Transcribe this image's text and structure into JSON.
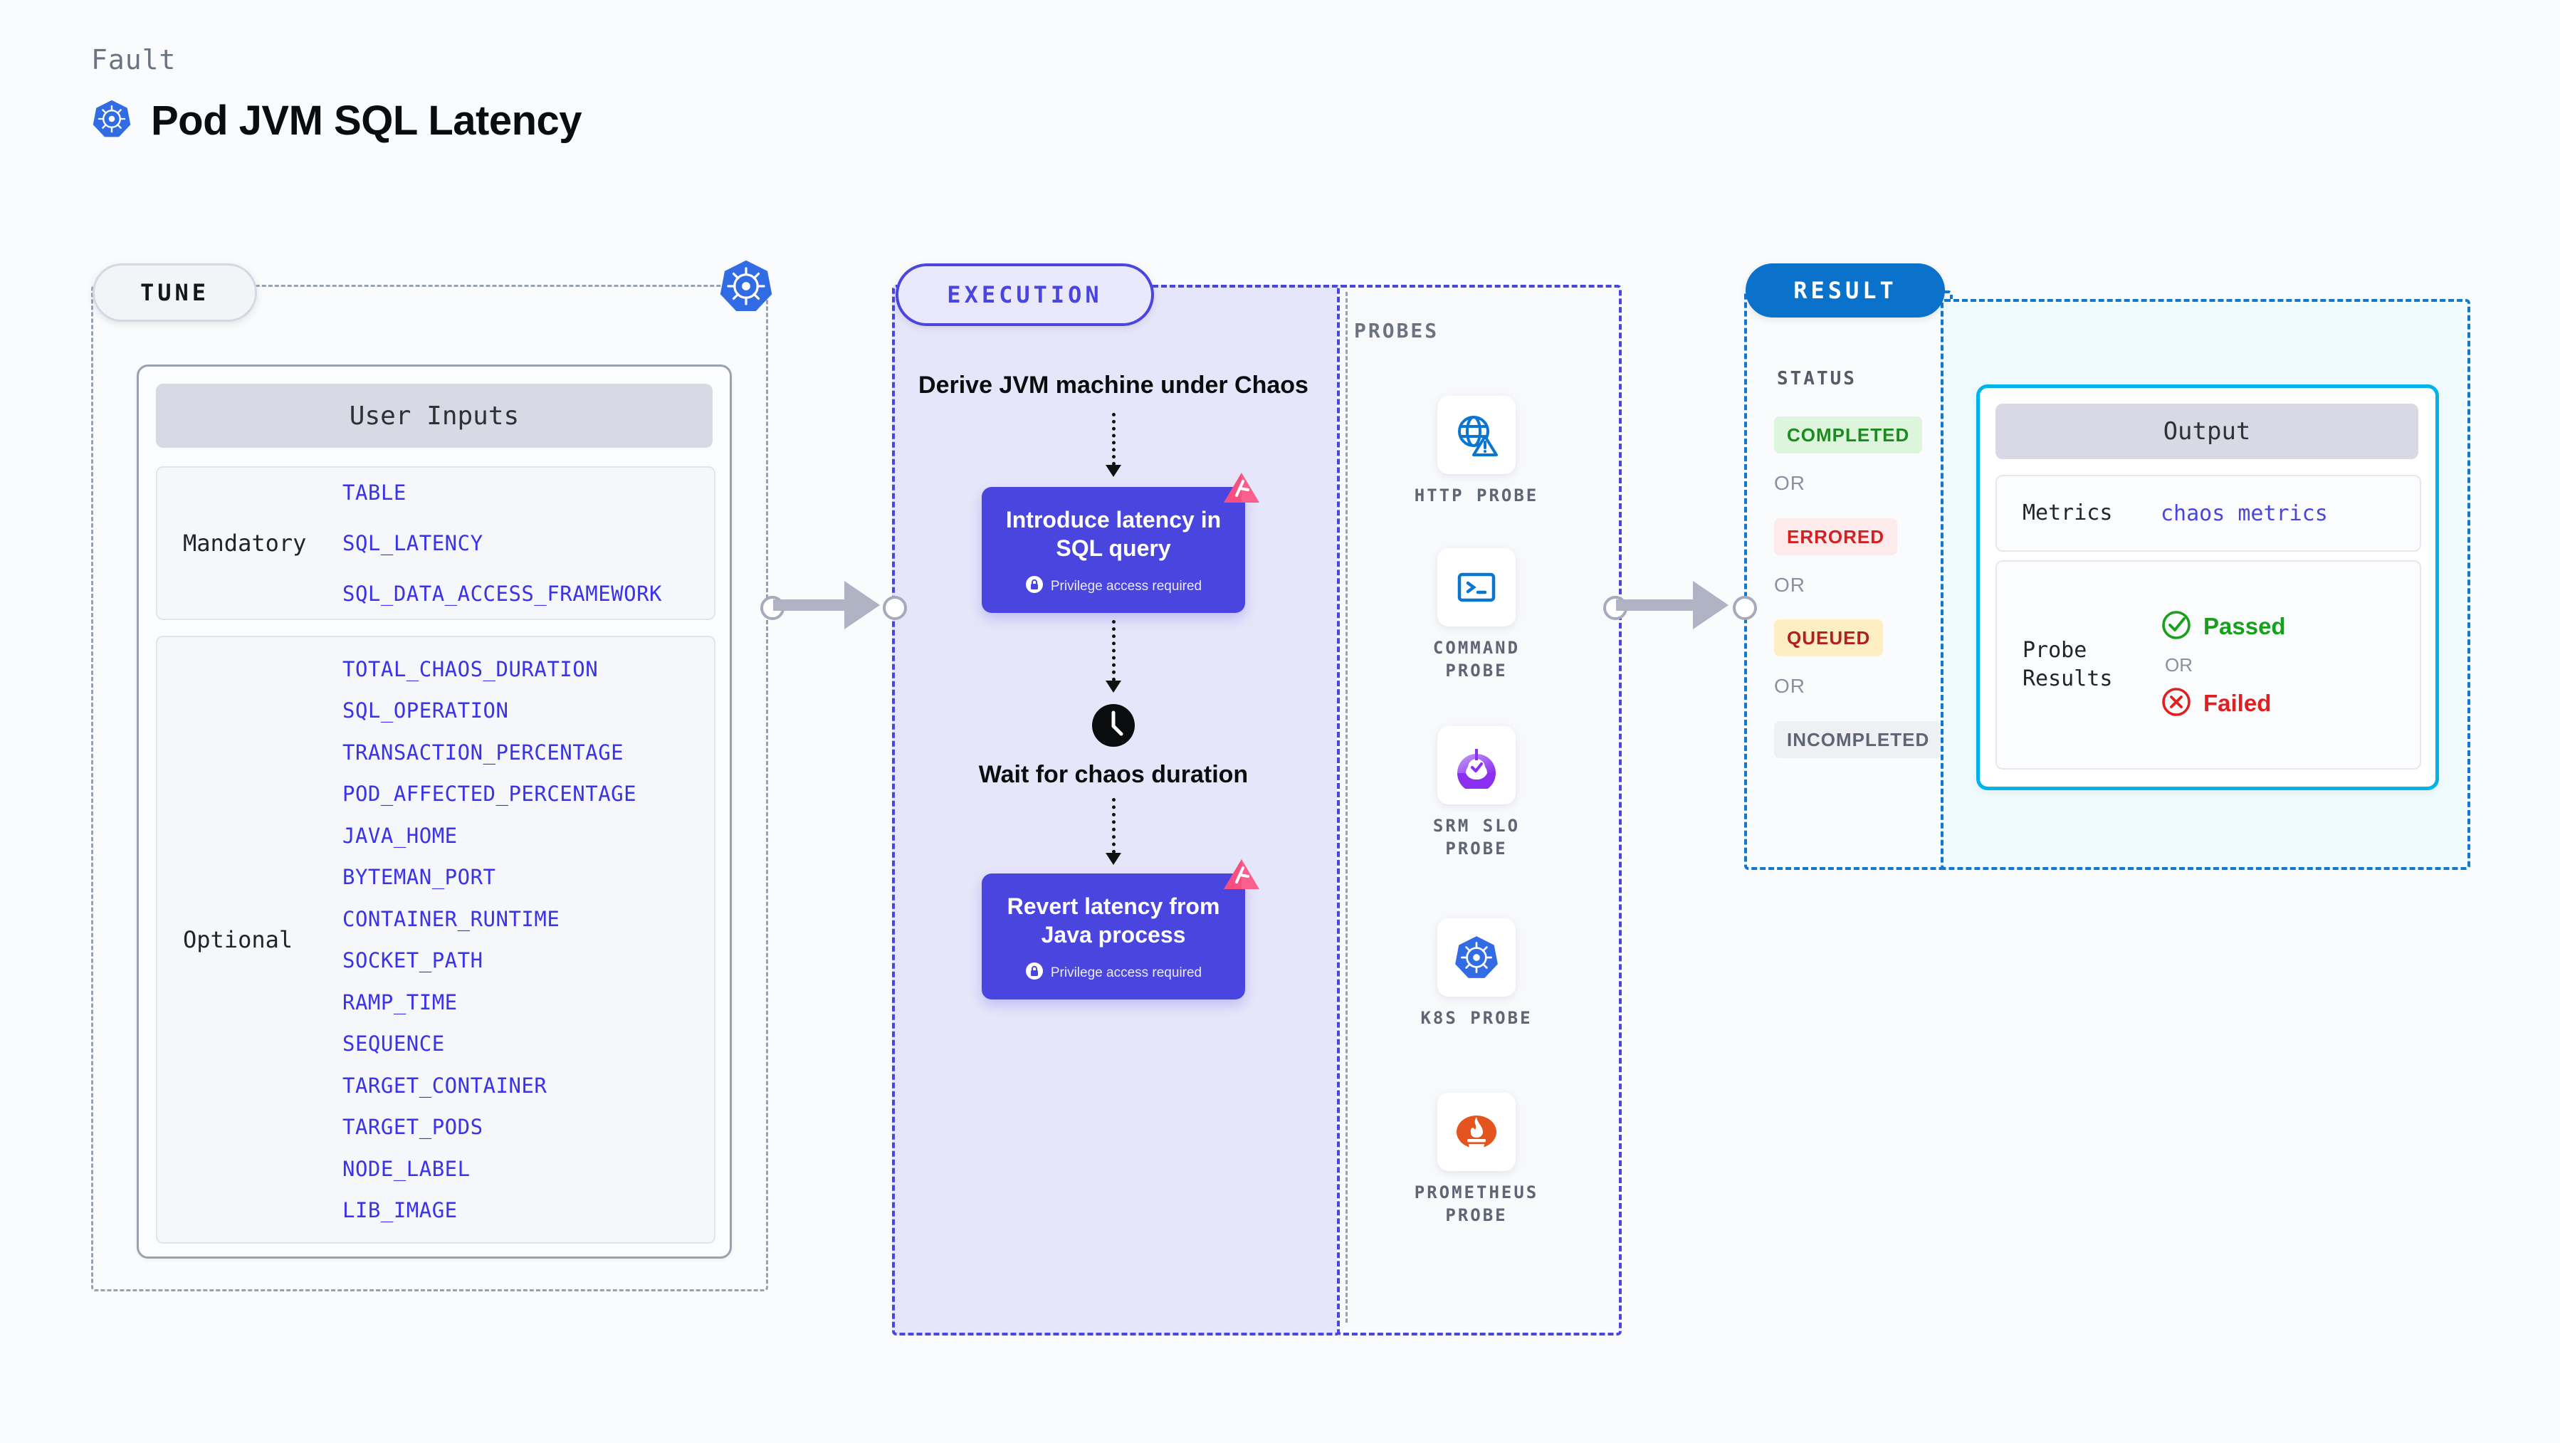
{
  "header": {
    "eyebrow": "Fault",
    "title": "Pod JVM SQL Latency",
    "logo_icon": "kubernetes-icon"
  },
  "tune": {
    "pill_label": "TUNE",
    "boundary_icon": "kubernetes-icon",
    "card_header": "User Inputs",
    "groups": [
      {
        "category": "Mandatory",
        "params": [
          "TABLE",
          "SQL_LATENCY",
          "SQL_DATA_ACCESS_FRAMEWORK"
        ]
      },
      {
        "category": "Optional",
        "params": [
          "TOTAL_CHAOS_DURATION",
          "SQL_OPERATION",
          "TRANSACTION_PERCENTAGE",
          "POD_AFFECTED_PERCENTAGE",
          "JAVA_HOME",
          "BYTEMAN_PORT",
          "CONTAINER_RUNTIME",
          "SOCKET_PATH",
          "RAMP_TIME",
          "SEQUENCE",
          "TARGET_CONTAINER",
          "TARGET_PODS",
          "NODE_LABEL",
          "LIB_IMAGE"
        ]
      }
    ]
  },
  "execution": {
    "pill_label": "EXECUTION",
    "step1_label": "Derive JVM machine under Chaos",
    "card1_title": "Introduce latency in SQL query",
    "card1_privilege": "Privilege access required",
    "wait_label": "Wait for chaos duration",
    "wait_icon": "clock-icon",
    "card2_title": "Revert latency from Java process",
    "card2_privilege": "Privilege access required",
    "badge_icon": "litmus-chaos-icon",
    "lock_icon": "lock-icon"
  },
  "probes": {
    "title": "PROBES",
    "items": [
      {
        "label": "HTTP PROBE",
        "icon": "globe-warning-icon"
      },
      {
        "label": "COMMAND PROBE",
        "icon": "terminal-icon"
      },
      {
        "label": "SRM SLO PROBE",
        "icon": "slo-gauge-check-icon"
      },
      {
        "label": "K8S PROBE",
        "icon": "kubernetes-icon"
      },
      {
        "label": "PROMETHEUS PROBE",
        "icon": "prometheus-flame-icon"
      }
    ]
  },
  "result": {
    "pill_label": "RESULT",
    "status_title": "STATUS",
    "or_label": "OR",
    "statuses": [
      {
        "label": "COMPLETED",
        "bg": "#dcf5dc",
        "fg": "#1d8a1d"
      },
      {
        "label": "ERRORED",
        "bg": "#fdeaea",
        "fg": "#d32020"
      },
      {
        "label": "QUEUED",
        "bg": "#fdeec4",
        "fg": "#b02020"
      },
      {
        "label": "INCOMPLETED",
        "bg": "#eef0f4",
        "fg": "#5f6575"
      }
    ]
  },
  "output": {
    "header": "Output",
    "metrics_key": "Metrics",
    "metrics_value": "chaos metrics",
    "probe_results_key": "Probe Results",
    "passed_label": "Passed",
    "failed_label": "Failed",
    "or_label": "OR",
    "passed_icon": "check-circle-icon",
    "failed_icon": "x-circle-icon",
    "passed_color": "#17a01c",
    "failed_color": "#e02020"
  },
  "connectors": {
    "tune_to_execution": "arrow-right",
    "probes_to_result": "arrow-right"
  }
}
